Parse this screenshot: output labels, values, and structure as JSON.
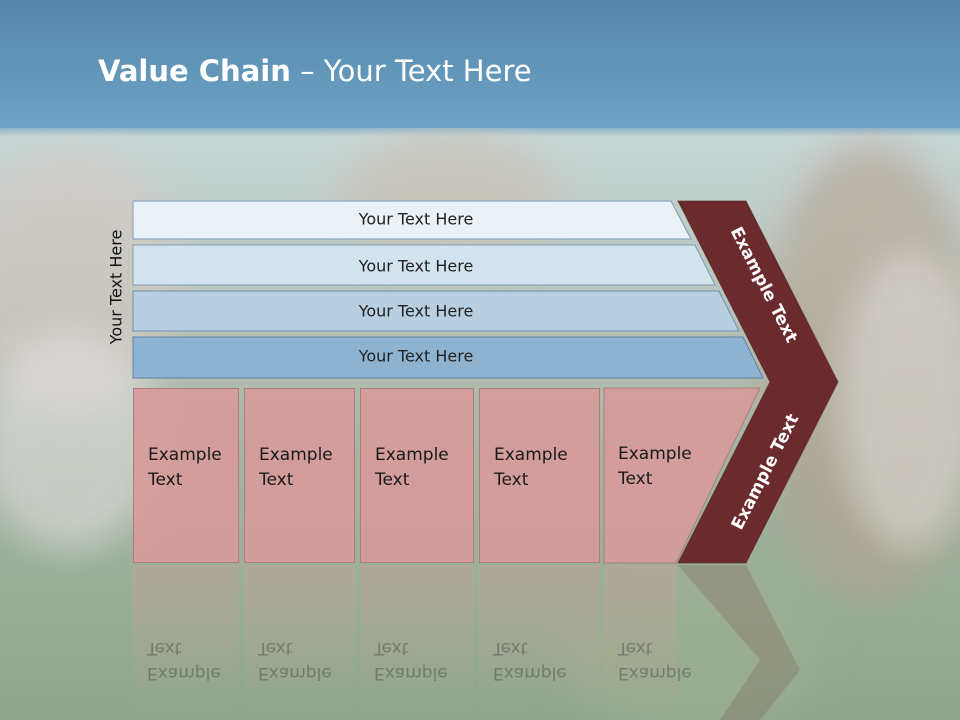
{
  "title": {
    "bold": "Value Chain",
    "rest": " – Your Text Here"
  },
  "side_label": "Your Text Here",
  "bars": [
    {
      "label": "Your Text Here",
      "color": "#eaf1f7"
    },
    {
      "label": "Your Text Here",
      "color": "#d4e4ee"
    },
    {
      "label": "Your Text Here",
      "color": "#b7cfe1"
    },
    {
      "label": "Your Text Here",
      "color": "#8eb3d0"
    }
  ],
  "boxes": [
    {
      "label": "Example Text"
    },
    {
      "label": "Example Text"
    },
    {
      "label": "Example Text"
    },
    {
      "label": "Example Text"
    },
    {
      "label": "Example Text"
    }
  ],
  "arrow": {
    "upper_label": "Example Text",
    "lower_label": "Example Text",
    "color": "#6b2b2e"
  }
}
